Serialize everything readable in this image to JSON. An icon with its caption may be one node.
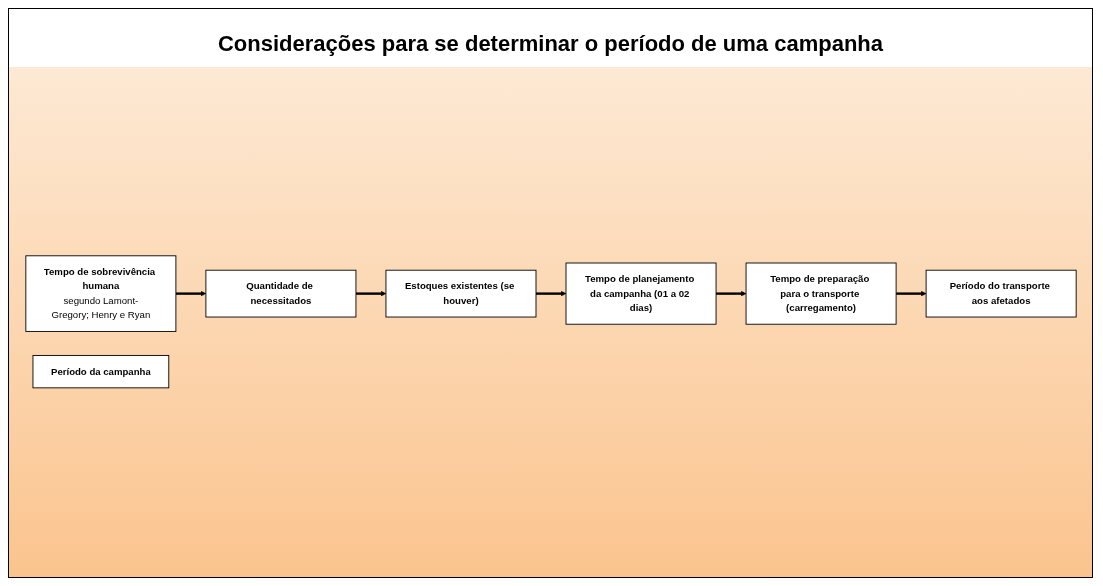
{
  "diagram": {
    "title": "Considerações para se determinar o período de uma campanha",
    "nodes": [
      {
        "text": [
          "Tempo de sobrevivência humana",
          "segundo Lamont-Gregory; Henry e Ryan"
        ]
      },
      {
        "text": [
          "Quantidade de necessitados"
        ]
      },
      {
        "text": [
          "Estoques existentes (se houver)"
        ]
      },
      {
        "text": [
          "Tempo de planejamento da campanha (01 a 02 dias)"
        ]
      },
      {
        "text": [
          "Tempo de preparação para o transporte (carregamento)"
        ]
      },
      {
        "text": [
          "Período do transporte aos afetados"
        ]
      },
      {
        "text": [
          "Período da campanha"
        ]
      }
    ],
    "edges": [
      {
        "from": 0,
        "to": 1,
        "arrow": "to"
      },
      {
        "from": 1,
        "to": 2,
        "arrow": "to"
      },
      {
        "from": 2,
        "to": 3,
        "arrow": "to"
      },
      {
        "from": 3,
        "to": 4,
        "arrow": "to"
      },
      {
        "from": 4,
        "to": 5,
        "arrow": "to"
      }
    ]
  }
}
